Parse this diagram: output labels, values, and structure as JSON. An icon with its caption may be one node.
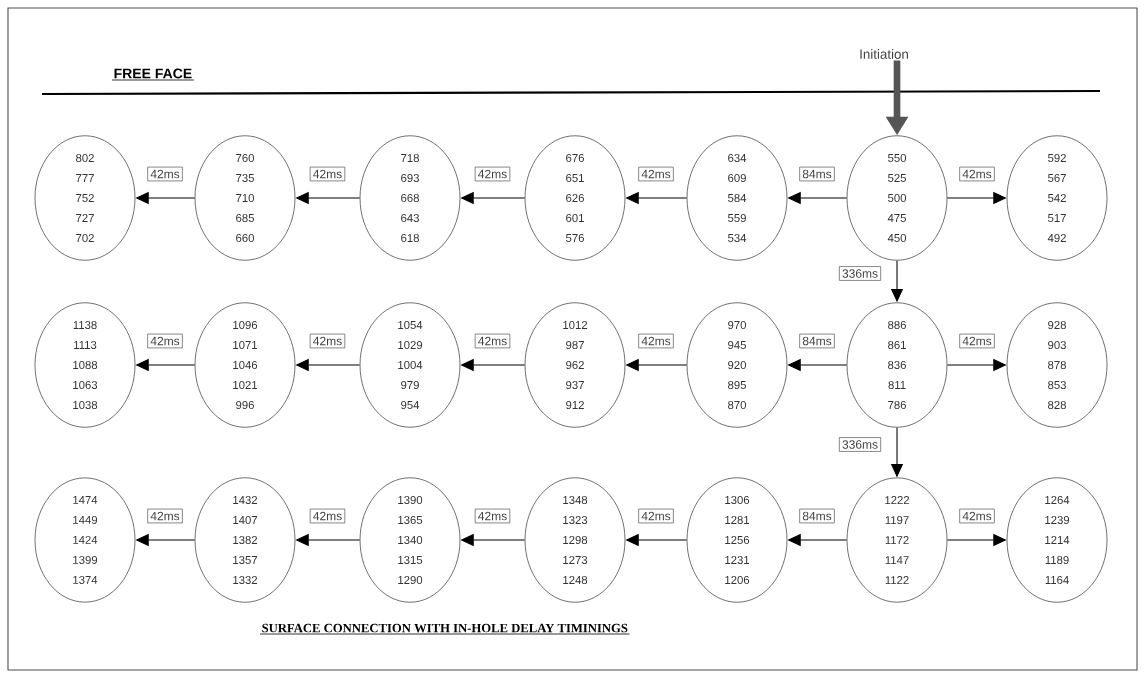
{
  "diagram": {
    "caption": "SURFACE CONNECTION WITH IN-HOLE DELAY TIMININGS",
    "nodes": [
      {
        "text": [
          "Initiation"
        ]
      },
      {
        "text": [
          "802",
          "777",
          "752",
          "727",
          "702"
        ]
      },
      {
        "text": [
          "760",
          "735",
          "710",
          "685",
          "660"
        ]
      },
      {
        "text": [
          "718",
          "693",
          "668",
          "643",
          "618"
        ]
      },
      {
        "text": [
          "676",
          "651",
          "626",
          "601",
          "576"
        ]
      },
      {
        "text": [
          "634",
          "609",
          "584",
          "559",
          "534"
        ]
      },
      {
        "text": [
          "550",
          "525",
          "500",
          "475",
          "450"
        ]
      },
      {
        "text": [
          "592",
          "567",
          "542",
          "517",
          "492"
        ]
      },
      {
        "text": [
          "1138",
          "1113",
          "1088",
          "1063",
          "1038"
        ]
      },
      {
        "text": [
          "1096",
          "1071",
          "1046",
          "1021",
          "996"
        ]
      },
      {
        "text": [
          "1054",
          "1029",
          "1004",
          "979",
          "954"
        ]
      },
      {
        "text": [
          "1012",
          "987",
          "962",
          "937",
          "912"
        ]
      },
      {
        "text": [
          "970",
          "945",
          "920",
          "895",
          "870"
        ]
      },
      {
        "text": [
          "886",
          "861",
          "836",
          "811",
          "786"
        ]
      },
      {
        "text": [
          "928",
          "903",
          "878",
          "853",
          "828"
        ]
      },
      {
        "text": [
          "1474",
          "1449",
          "1424",
          "1399",
          "1374"
        ]
      },
      {
        "text": [
          "1432",
          "1407",
          "1382",
          "1357",
          "1332"
        ]
      },
      {
        "text": [
          "1390",
          "1365",
          "1340",
          "1315",
          "1290"
        ]
      },
      {
        "text": [
          "1348",
          "1323",
          "1298",
          "1273",
          "1248"
        ]
      },
      {
        "text": [
          "1306",
          "1281",
          "1256",
          "1231",
          "1206"
        ]
      },
      {
        "text": [
          "1222",
          "1197",
          "1172",
          "1147",
          "1122"
        ]
      },
      {
        "text": [
          "1264",
          "1239",
          "1214",
          "1189",
          "1164"
        ]
      }
    ],
    "edges": [
      {
        "from": 0,
        "to": 6,
        "arrow": "to",
        "style": "thick",
        "color": "#555555"
      },
      {
        "from": 6,
        "to": 5,
        "arrow": "to",
        "label": "84ms"
      },
      {
        "from": 5,
        "to": 4,
        "arrow": "to",
        "label": "42ms"
      },
      {
        "from": 4,
        "to": 3,
        "arrow": "to",
        "label": "42ms"
      },
      {
        "from": 3,
        "to": 2,
        "arrow": "to",
        "label": "42ms"
      },
      {
        "from": 2,
        "to": 1,
        "arrow": "to",
        "label": "42ms"
      },
      {
        "from": 6,
        "to": 7,
        "arrow": "to",
        "label": "42ms"
      },
      {
        "from": 6,
        "to": 13,
        "arrow": "to",
        "label": "336ms"
      },
      {
        "from": 13,
        "to": 12,
        "arrow": "to",
        "label": "84ms"
      },
      {
        "from": 12,
        "to": 11,
        "arrow": "to",
        "label": "42ms"
      },
      {
        "from": 11,
        "to": 10,
        "arrow": "to",
        "label": "42ms"
      },
      {
        "from": 10,
        "to": 9,
        "arrow": "to",
        "label": "42ms"
      },
      {
        "from": 9,
        "to": 8,
        "arrow": "to",
        "label": "42ms"
      },
      {
        "from": 13,
        "to": 14,
        "arrow": "to",
        "label": "42ms"
      },
      {
        "from": 13,
        "to": 20,
        "arrow": "to",
        "label": "336ms"
      },
      {
        "from": 20,
        "to": 19,
        "arrow": "to",
        "label": "84ms"
      },
      {
        "from": 19,
        "to": 18,
        "arrow": "to",
        "label": "42ms"
      },
      {
        "from": 18,
        "to": 17,
        "arrow": "to",
        "label": "42ms"
      },
      {
        "from": 17,
        "to": 16,
        "arrow": "to",
        "label": "42ms"
      },
      {
        "from": 16,
        "to": 15,
        "arrow": "to",
        "label": "42ms"
      },
      {
        "from": 20,
        "to": 21,
        "arrow": "to",
        "label": "42ms"
      }
    ],
    "labels": [
      "FREE FACE"
    ]
  }
}
